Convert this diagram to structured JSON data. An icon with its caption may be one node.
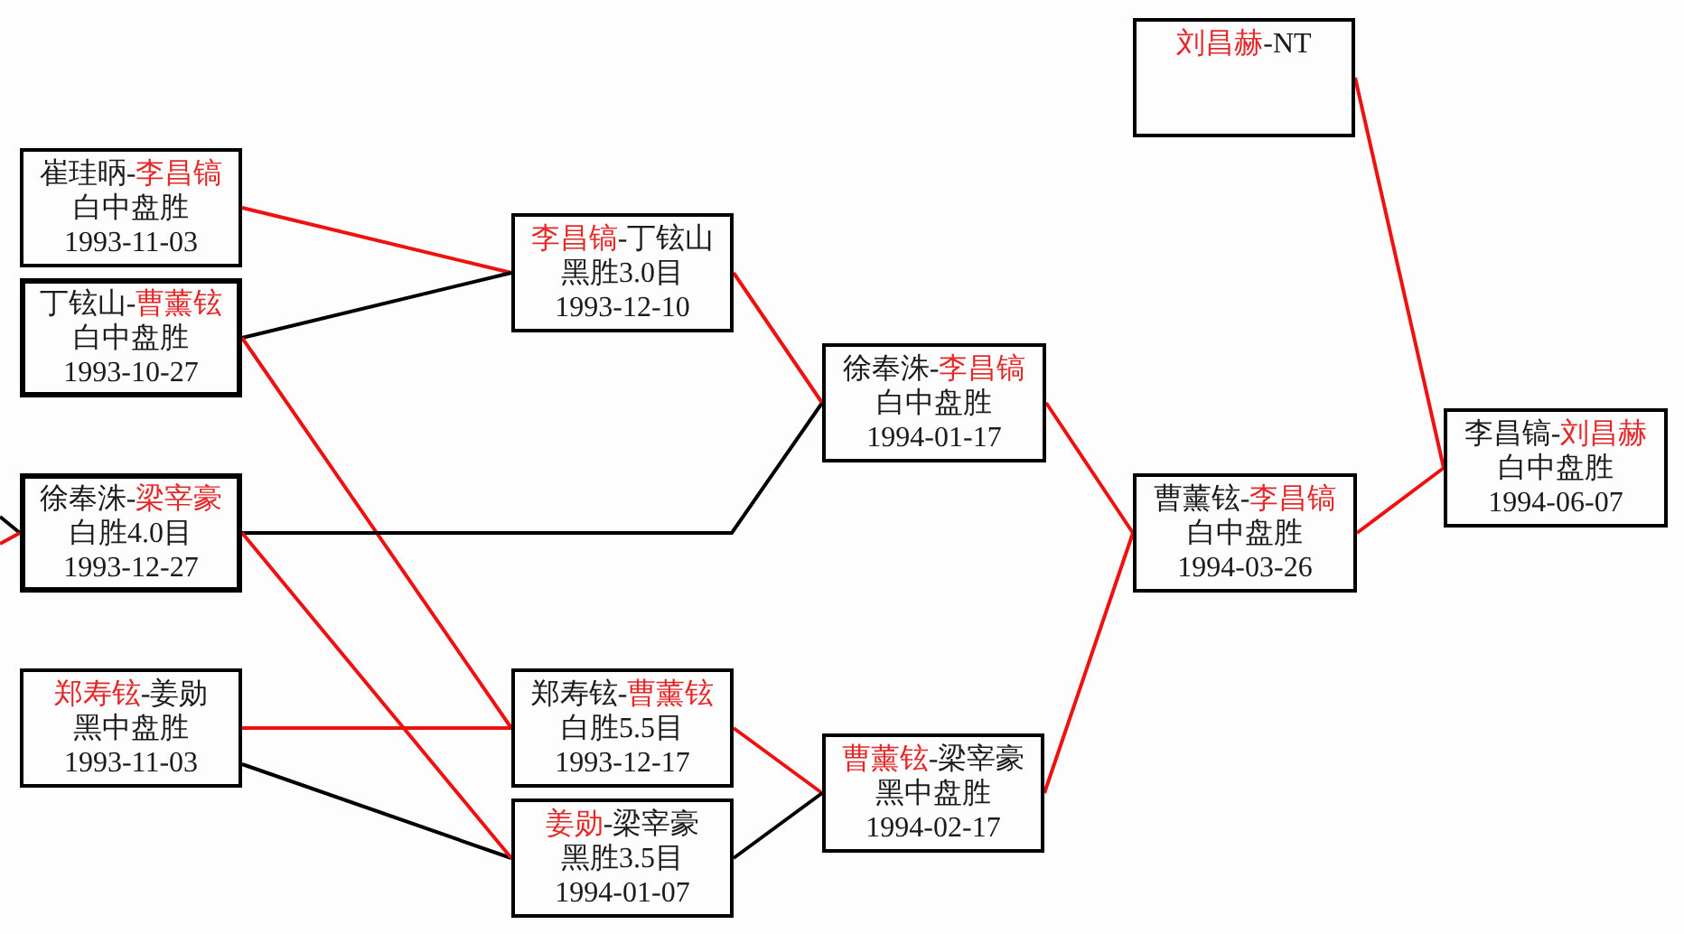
{
  "diagram": {
    "nodes": [
      {
        "text": [
          "崔珪昞-李昌镐",
          "白中盘胜",
          "1993-11-03"
        ]
      },
      {
        "text": [
          "丁铉山-曹薰铉",
          "白中盘胜",
          "1993-10-27"
        ]
      },
      {
        "text": [
          "徐奉洙-梁宰豪",
          "白胜4.0目",
          "1993-12-27"
        ]
      },
      {
        "text": [
          "郑寿铉-姜勋",
          "黑中盘胜",
          "1993-11-03"
        ]
      },
      {
        "text": [
          "李昌镐-丁铉山",
          "黑胜3.0目",
          "1993-12-10"
        ]
      },
      {
        "text": [
          "郑寿铉-曹薰铉",
          "白胜5.5目",
          "1993-12-17"
        ]
      },
      {
        "text": [
          "姜勋-梁宰豪",
          "黑胜3.5目",
          "1994-01-07"
        ]
      },
      {
        "text": [
          "徐奉洙-李昌镐",
          "白中盘胜",
          "1994-01-17"
        ]
      },
      {
        "text": [
          "曹薰铉-梁宰豪",
          "黑中盘胜",
          "1994-02-17"
        ]
      },
      {
        "text": [
          "刘昌赫-NT"
        ]
      },
      {
        "text": [
          "曹薰铉-李昌镐",
          "白中盘胜",
          "1994-03-26"
        ]
      },
      {
        "text": [
          "李昌镐-刘昌赫",
          "白中盘胜",
          "1994-06-07"
        ]
      }
    ],
    "edges": [
      {
        "from": null,
        "to": 2,
        "arrow": "none",
        "color": "#000000"
      },
      {
        "from": null,
        "to": 2,
        "arrow": "none"
      },
      {
        "from": 3,
        "to": 6,
        "arrow": "none",
        "color": "#000000"
      },
      {
        "from": 0,
        "to": 4,
        "arrow": "none"
      },
      {
        "from": 1,
        "to": 4,
        "arrow": "none",
        "color": "#000000"
      },
      {
        "from": 1,
        "to": 5,
        "arrow": "none"
      },
      {
        "from": 2,
        "to": 7,
        "arrow": "none",
        "color": "#000000"
      },
      {
        "from": 2,
        "to": 6,
        "arrow": "none"
      },
      {
        "from": 3,
        "to": 5,
        "arrow": "none"
      },
      {
        "from": 4,
        "to": 7,
        "arrow": "none"
      },
      {
        "from": 5,
        "to": 8,
        "arrow": "none"
      },
      {
        "from": 6,
        "to": 8,
        "arrow": "none",
        "color": "#000000"
      },
      {
        "from": 7,
        "to": 10,
        "arrow": "none"
      },
      {
        "from": 8,
        "to": 10,
        "arrow": "none"
      },
      {
        "from": 9,
        "to": 11,
        "arrow": "none"
      },
      {
        "from": 10,
        "to": 11,
        "arrow": "none"
      }
    ]
  }
}
